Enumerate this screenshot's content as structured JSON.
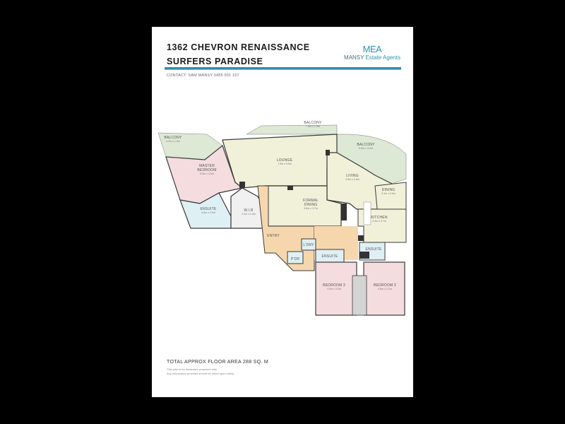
{
  "header": {
    "title_line1": "1362 CHEVRON RENAISSANCE",
    "title_line2": "SURFERS PARADISE",
    "contact": "CONTACT: SAM MANSY 0455 501 167"
  },
  "logo": {
    "mark": "MEA",
    "name": "MANSY",
    "subtitle": "Estate Agents",
    "color": "#2a93b5"
  },
  "colors": {
    "balcony": "#dde9d4",
    "living": "#f1f0d9",
    "bedroom": "#f4dcdf",
    "entry": "#f6d7ad",
    "wet": "#dff0f4",
    "kitchen": "#f1f0d9",
    "wall": "#3a3a3a"
  },
  "rooms": {
    "balcony_master": {
      "name": "BALCONY",
      "dims": "4.3m x 1.9m"
    },
    "balcony_top": {
      "name": "BALCONY",
      "dims": "7.4m x 1.9m"
    },
    "balcony_right": {
      "name": "BALCONY",
      "dims": "5.5m x 4.4m"
    },
    "lounge": {
      "name": "LOUNGE",
      "dims": "7.9m x 5.0m"
    },
    "master_bedroom": {
      "name1": "MASTER",
      "name2": "BEDROOM",
      "dims": "5.0m x 4.6m"
    },
    "ensuite_master": {
      "name": "ENSUITE",
      "dims": "3.6m x 2.9m"
    },
    "wir": {
      "name": "W.I.R",
      "dims": "2.3m x 2.5m"
    },
    "living": {
      "name": "LIVING",
      "dims": "4.9m x 4.5m"
    },
    "dining": {
      "name": "DINING",
      "dims": "3.1m x 2.5m"
    },
    "formal_dining": {
      "name1": "FORMAL",
      "name2": "DINING",
      "dims": "4.8m x 3.7m"
    },
    "kitchen": {
      "name": "KITCHEN",
      "dims": "4.4m x 2.7m"
    },
    "entry": {
      "name": "ENTRY"
    },
    "ldry": {
      "name": "L'DRY"
    },
    "pdr": {
      "name": "P'DR"
    },
    "ensuite_mid": {
      "name": "ENSUITE"
    },
    "ensuite_right": {
      "name": "ENSUITE"
    },
    "bedroom3": {
      "name": "BEDROOM 3",
      "dims": "4.0m x 3.3m"
    },
    "bedroom2": {
      "name": "BEDROOM 2",
      "dims": "4.8m x 3.2m"
    }
  },
  "footer": {
    "area": "TOTAL APPROX FLOOR AREA 288 SQ. M",
    "disclaimer1": "This plan is for illustrative purposes only.",
    "disclaimer2": "Any information provided should be relied upon solely."
  }
}
